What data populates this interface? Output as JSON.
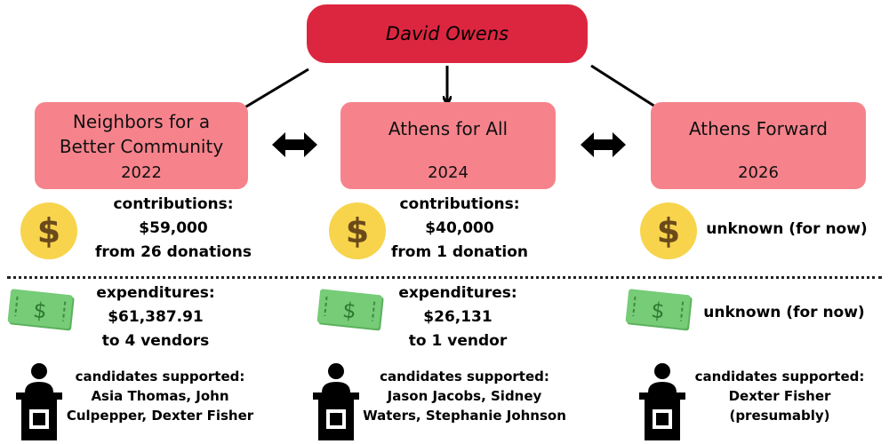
{
  "root": {
    "name": "David Owens"
  },
  "organizations": [
    {
      "name": "Neighbors for a Better Community",
      "year": "2022",
      "contributions": {
        "title": "contributions:",
        "amount": "$59,000",
        "detail": "from 26 donations"
      },
      "expenditures": {
        "title": "expenditures:",
        "amount": "$61,387.91",
        "detail": "to 4 vendors"
      },
      "candidates": {
        "title": "candidates supported:",
        "names": "Asia Thomas, John Culpepper, Dexter Fisher"
      }
    },
    {
      "name": "Athens for All",
      "year": "2024",
      "contributions": {
        "title": "contributions:",
        "amount": "$40,000",
        "detail": "from 1 donation"
      },
      "expenditures": {
        "title": "expenditures:",
        "amount": "$26,131",
        "detail": "to 1 vendor"
      },
      "candidates": {
        "title": "candidates supported:",
        "names": "Jason Jacobs, Sidney Waters, Stephanie Johnson"
      }
    },
    {
      "name": "Athens Forward",
      "year": "2026",
      "contributions": {
        "text": "unknown (for now)"
      },
      "expenditures": {
        "text": "unknown (for now)"
      },
      "candidates": {
        "title": "candidates supported:",
        "names": "Dexter Fisher",
        "note": "(presumably)"
      }
    }
  ],
  "icons": {
    "contributions": "dollar-coin-icon",
    "expenditures": "cash-bill-icon",
    "candidates": "podium-speaker-icon",
    "link": "double-arrow-icon"
  },
  "colors": {
    "root_box": "#dc2640",
    "org_box": "#f6838c",
    "coin": "#f7d44c",
    "bill": "#6fc470"
  }
}
